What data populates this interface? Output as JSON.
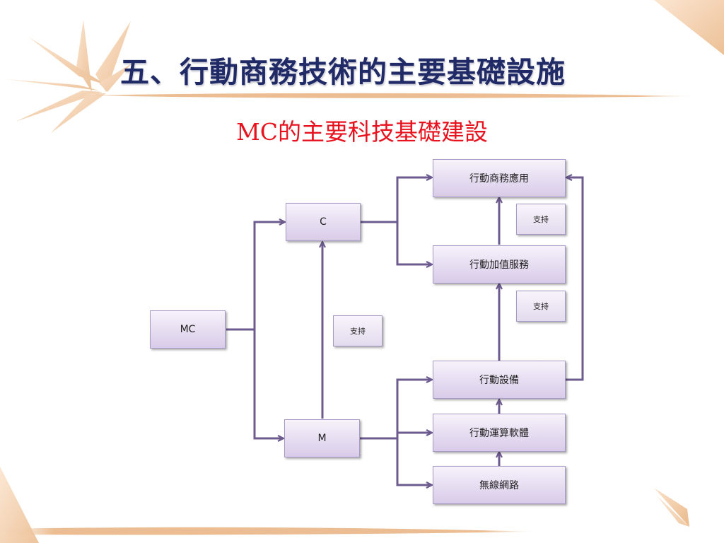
{
  "slide": {
    "title": "五、行動商務技術的主要基礎設施",
    "subtitle": "MC的主要科技基礎建設"
  },
  "diagram": {
    "nodes": {
      "mc": "MC",
      "c": "C",
      "m": "M",
      "app": "行動商務應用",
      "vas": "行動加值服務",
      "device": "行動設備",
      "software": "行動運算軟體",
      "wireless": "無線網路",
      "support_top": "支持",
      "support_mid": "支持",
      "support_left": "支持"
    }
  },
  "colors": {
    "title": "#1f2a66",
    "subtitle": "#e8121e",
    "connector": "#6d5b8f",
    "box_fill_top": "#f7f2fb",
    "box_fill_bottom": "#d8cbe9",
    "decoration": "#f0c8a0"
  }
}
